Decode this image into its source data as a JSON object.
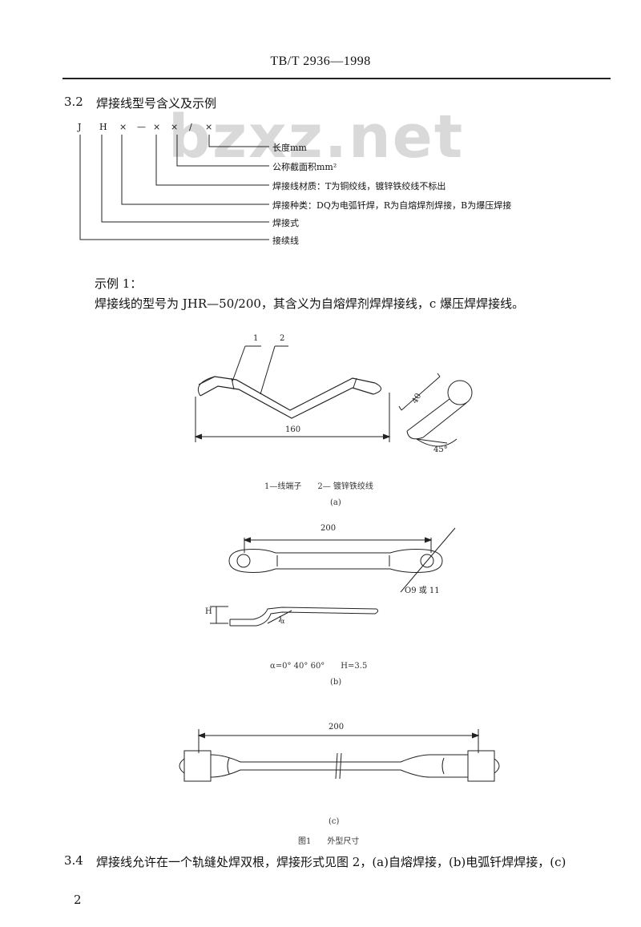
{
  "header": {
    "code": "TB/T 2936—1998"
  },
  "watermark": "bzxz.net",
  "section_3_2": {
    "number": "3.2",
    "title": "焊接线型号含义及示例",
    "code_letters": [
      "J",
      "H",
      "×",
      "—",
      "×",
      "×",
      "/",
      "×"
    ],
    "labels": [
      "长度mm",
      "公称截面积mm²",
      "焊接线材质：T为铜绞线，镀锌铁绞线不标出",
      "焊接种类：DQ为电弧钎焊，R为自熔焊剂焊接，B为爆压焊接",
      "焊接式",
      "接续线"
    ]
  },
  "example": {
    "title": "示例 1：",
    "text": "焊接线的型号为 JHR—50/200，其含义为自熔焊剂焊焊接线，c 爆压焊焊接线。"
  },
  "figure": {
    "a": {
      "leader_1": "1",
      "leader_2": "2",
      "dim_160": "160",
      "dim_40": "40",
      "angle": "45°",
      "legend": "1—线端子　　2— 镀锌铁绞线",
      "label": "(a)"
    },
    "b": {
      "dim_200": "200",
      "hole": "O9 或 11",
      "h_label": "H",
      "alpha_label": "α",
      "params": "α=0° 40° 60°　　H=3.5",
      "label": "(b)"
    },
    "c": {
      "dim_200": "200",
      "label": "(c)"
    },
    "caption": "图1　　外型尺寸"
  },
  "section_3_4": {
    "number": "3.4",
    "text": "焊接线允许在一个轨缝处焊双根，焊接形式见图 2，(a)自熔焊接，(b)电弧钎焊焊接，(c)"
  },
  "page_number": "2"
}
